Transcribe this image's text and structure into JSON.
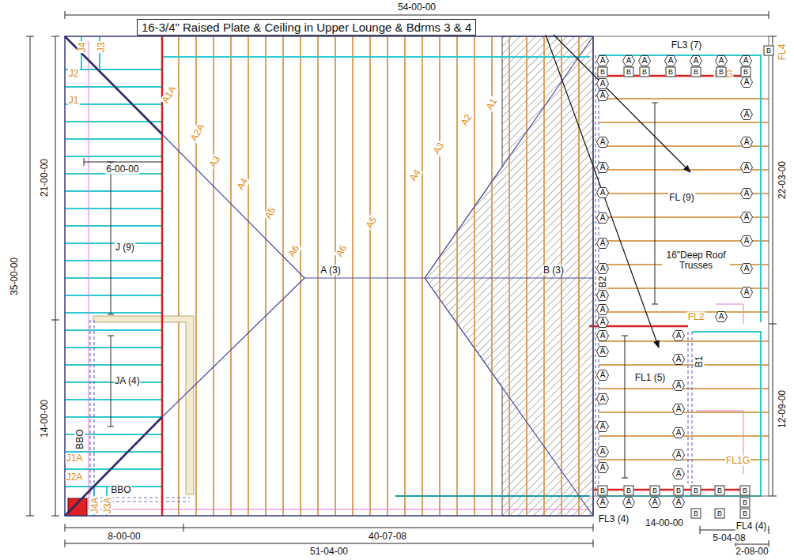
{
  "diagram": {
    "nodes": [
      {
        "text": [
          "16-3/4\" Raised Plate & Ceiling in Upper Lounge & Bdrms 3 & 4"
        ]
      }
    ],
    "labels": [
      "54-00-00",
      "35-00-00",
      "21-00-00",
      "14-00-00",
      "22-03-00",
      "12-09-00",
      "6-00-00",
      "8-00-00",
      "40-07-08",
      "51-04-00",
      "14-00-00",
      "5-04-08",
      "2-08-00",
      "J4",
      "J3",
      "J2",
      "J1",
      "A1A",
      "A2A",
      "A3",
      "A4",
      "A5",
      "A6",
      "A6",
      "A5",
      "A4",
      "A3",
      "A2",
      "A1",
      "B2",
      "FL3 (7)",
      "FL4",
      "FLG",
      "FL2",
      "B1",
      "FL1G",
      "FL3 (4)",
      "FL4 (4)",
      "A (3)",
      "B (3)",
      "FL (9)",
      "16\"Deep Roof Trusses",
      "FL1 (5)",
      "J (9)",
      "JA (4)",
      "BBO",
      "BBO",
      "J1A",
      "J2A",
      "J4A",
      "J3A",
      "A",
      "A",
      "A",
      "A",
      "A",
      "A",
      "A",
      "B",
      "B",
      "B",
      "B",
      "B",
      "B",
      "B",
      "B",
      "A",
      "A",
      "A",
      "A",
      "A",
      "A",
      "A",
      "A",
      "A",
      "A",
      "A",
      "A",
      "A",
      "A",
      "A",
      "A",
      "A",
      "A",
      "A",
      "A",
      "A",
      "A",
      "A",
      "A",
      "A",
      "A",
      "A",
      "A",
      "A",
      "A",
      "A",
      "A",
      "A",
      "A",
      "A",
      "B",
      "B",
      "B",
      "B",
      "B",
      "B",
      "B",
      "A",
      "A",
      "A",
      "A",
      "B",
      "B",
      "B",
      "B"
    ]
  }
}
